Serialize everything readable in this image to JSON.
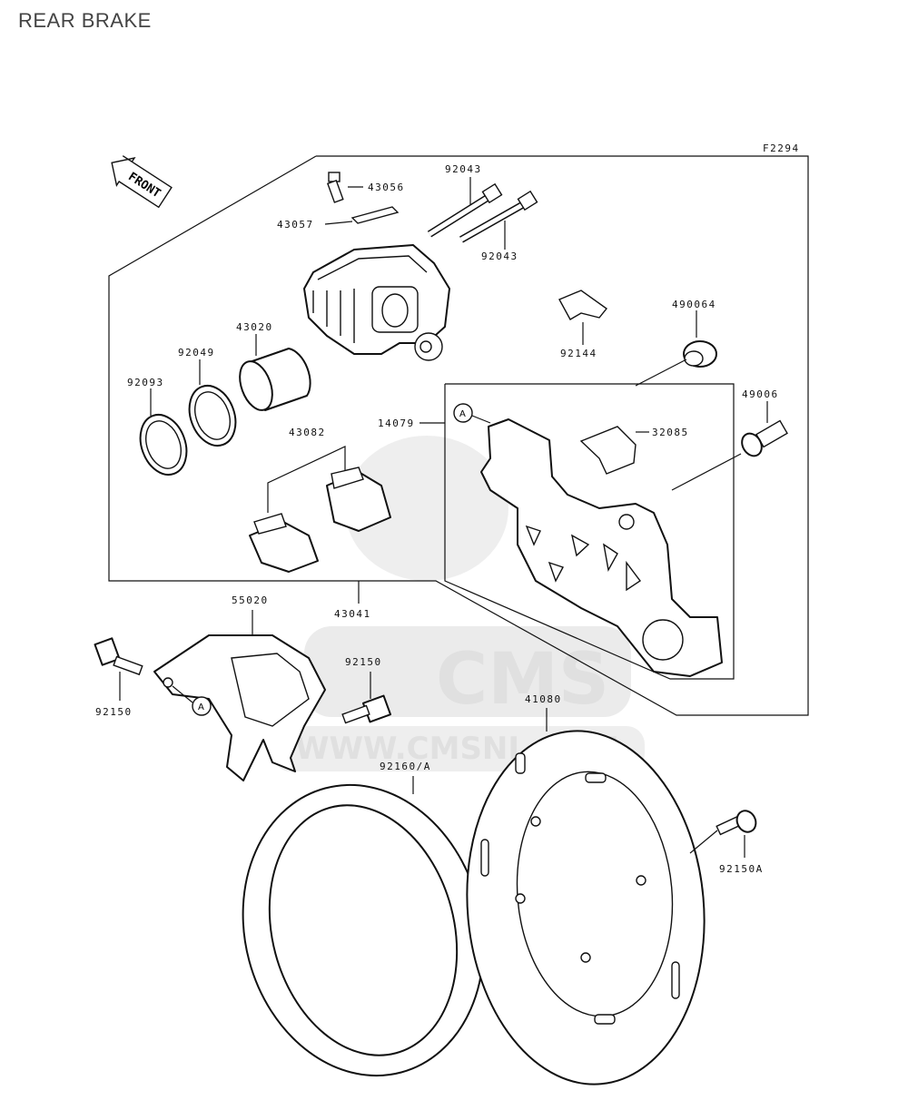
{
  "page": {
    "title": "REAR BRAKE"
  },
  "figure_code": "F2294",
  "front_label": "FRONT",
  "ref_marker": "A",
  "watermark": {
    "brand": "CMS",
    "url": "WWW.CMSNL.COM"
  },
  "part_numbers": {
    "p43056": "43056",
    "p92043_top": "92043",
    "p43057": "43057",
    "p92043_bottom": "92043",
    "p43020": "43020",
    "p92049": "92049",
    "p92093": "92093",
    "p92144": "92144",
    "p490064": "490064",
    "p49006": "49006",
    "p14079": "14079",
    "p32085": "32085",
    "p43082": "43082",
    "p43041": "43041",
    "p55020": "55020",
    "p92150_left": "92150",
    "p92150_mid": "92150",
    "p41080": "41080",
    "p92160A": "92160/A",
    "p92150A": "92150A"
  }
}
